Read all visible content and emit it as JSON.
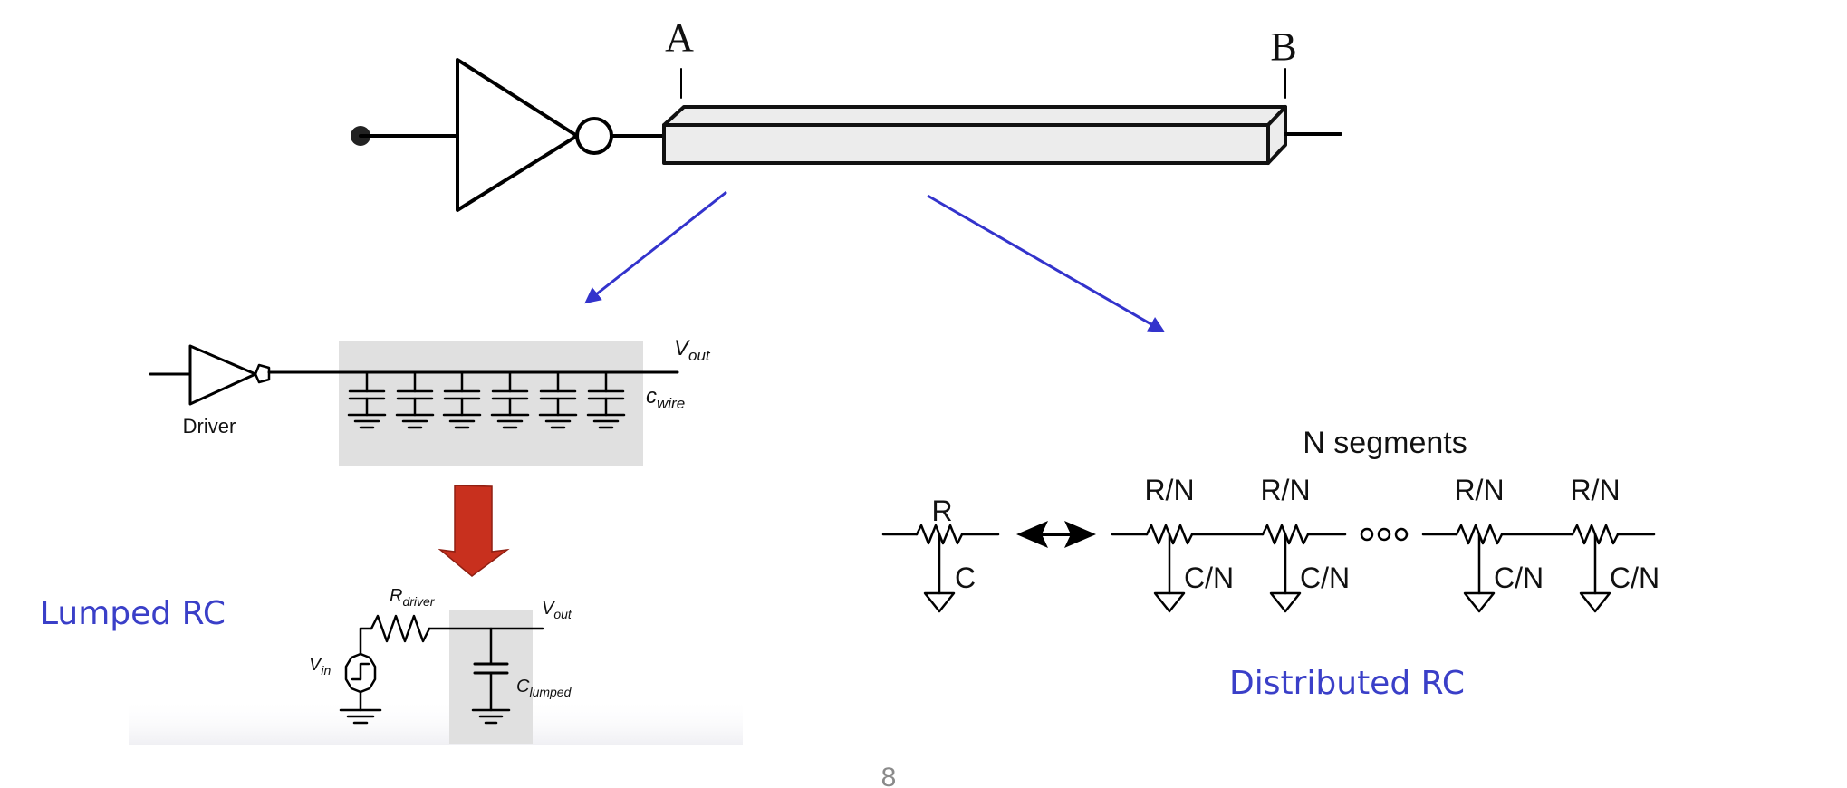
{
  "colors": {
    "caption": "#3a3fc8",
    "arrow": "#3333cc",
    "wire_fill": "#ececec",
    "panel": "#e0e0e0",
    "down_arrow": "#c8301e",
    "page_number": "#8a8a8a"
  },
  "top_wire": {
    "label_a": "A",
    "label_b": "B"
  },
  "lumped_panel": {
    "vout_main": "V",
    "vout_sub": "out",
    "cwire_main": "c",
    "cwire_sub": "wire",
    "driver_label": "Driver",
    "rdriver_main": "R",
    "rdriver_sub": "driver",
    "vin_main": "V",
    "vin_sub": "in",
    "vout2_main": "V",
    "vout2_sub": "out",
    "clumped_main": "C",
    "clumped_sub": "lumped"
  },
  "distributed_panel": {
    "title": "N segments",
    "r_label": "R",
    "c_label": "C",
    "segment_r_labels": [
      "R/N",
      "R/N",
      "R/N",
      "R/N"
    ],
    "segment_c_labels": [
      "C/N",
      "C/N",
      "C/N",
      "C/N"
    ],
    "ellipsis_icon": "three-circles"
  },
  "captions": {
    "lumped": "Lumped RC",
    "distributed": "Distributed RC"
  },
  "page_number": "8"
}
